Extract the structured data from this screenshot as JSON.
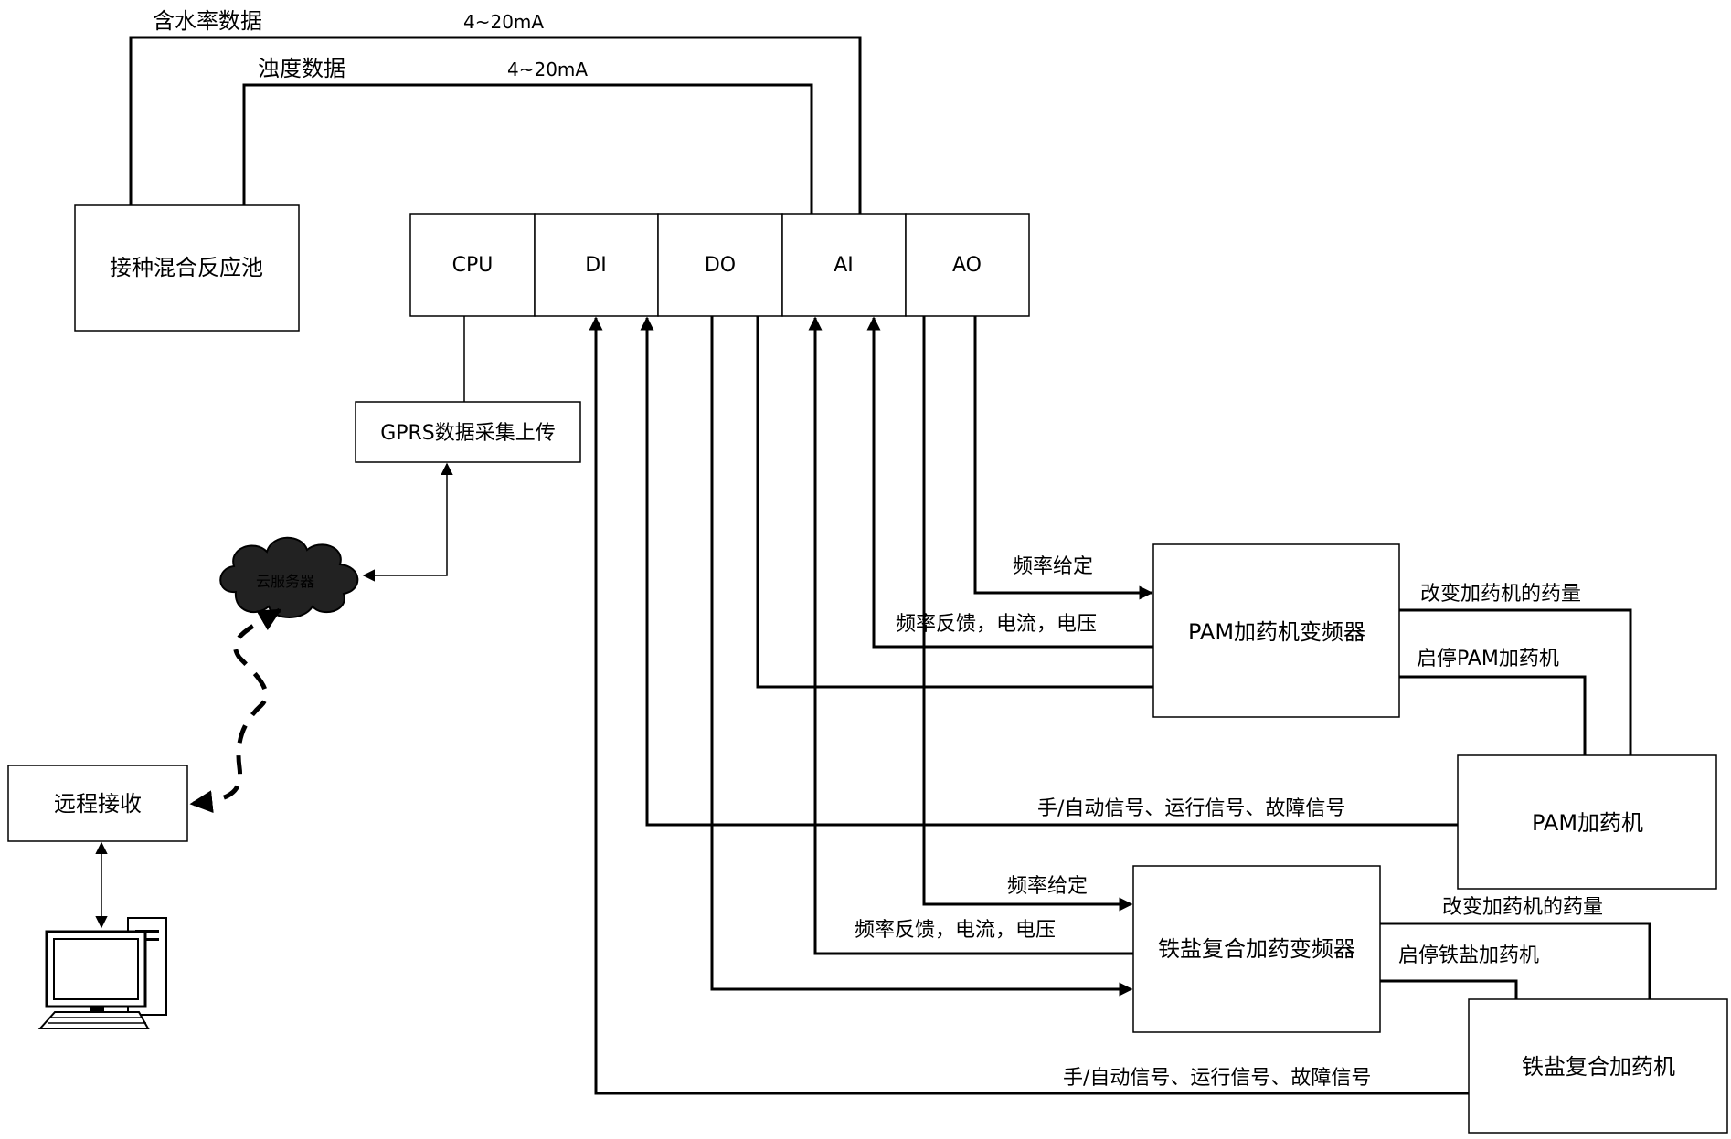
{
  "diagram": {
    "top_signals": {
      "moisture_label": "含水率数据",
      "moisture_current": "4~20mA",
      "turbidity_label": "浊度数据",
      "turbidity_current": "4~20mA"
    },
    "reactor": "接种混合反应池",
    "plc_modules": [
      "CPU",
      "DI",
      "DO",
      "AI",
      "AO"
    ],
    "gprs": "GPRS数据采集上传",
    "cloud_text": "云服务器",
    "remote": "远程接收",
    "pam_inverter": "PAM加药机变频器",
    "pam_dosing": "PAM加药机",
    "iron_inverter": "铁盐复合加药变频器",
    "iron_dosing": "铁盐复合加药机",
    "pam_signals": {
      "freq_set": "频率给定",
      "feedback": "频率反馈，电流，电压",
      "change_dose": "改变加药机的药量",
      "start_stop": "启停PAM加药机",
      "status": "手/自动信号、运行信号、故障信号"
    },
    "iron_signals": {
      "freq_set": "频率给定",
      "feedback": "频率反馈，电流，电压",
      "change_dose": "改变加药机的药量",
      "start_stop": "启停铁盐加药机",
      "status": "手/自动信号、运行信号、故障信号"
    },
    "icons": [
      "cloud-icon",
      "computer-icon"
    ]
  }
}
